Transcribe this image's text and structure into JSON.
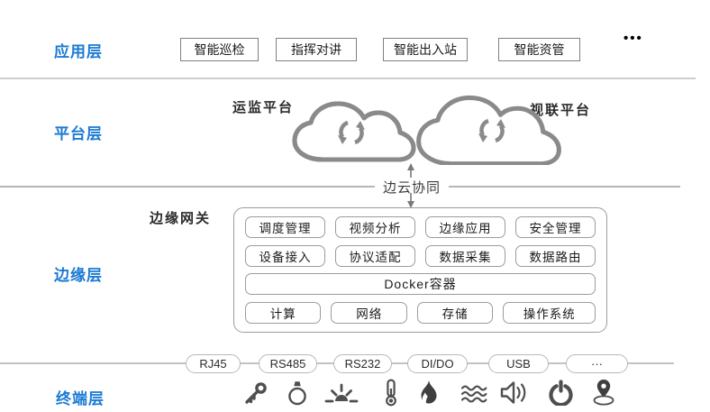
{
  "layers": {
    "app_label": "应用层",
    "platform_label": "平台层",
    "edge_label": "边缘层",
    "terminal_label": "终端层"
  },
  "app": {
    "boxes": [
      "智能巡检",
      "指挥对讲",
      "智能出入站",
      "智能资管"
    ],
    "more": "•••"
  },
  "platform": {
    "left_cloud_label": "运监平台",
    "right_cloud_label": "视联平台",
    "collab_label": "边云协同"
  },
  "edge": {
    "gateway_label": "边缘网关",
    "row1": [
      "调度管理",
      "视频分析",
      "边缘应用",
      "安全管理"
    ],
    "row2": [
      "设备接入",
      "协议适配",
      "数据采集",
      "数据路由"
    ],
    "docker": "Docker容器",
    "row4": [
      "计算",
      "网络",
      "存储",
      "操作系统"
    ]
  },
  "terminal": {
    "ports": [
      "RJ45",
      "RS485",
      "RS232",
      "DI/DO",
      "USB",
      "···"
    ],
    "icons": [
      "key-icon",
      "bulb-icon",
      "brightness-icon",
      "thermometer-icon",
      "flame-icon",
      "waves-icon",
      "speaker-icon",
      "power-icon",
      "location-icon"
    ]
  },
  "colors": {
    "layer_label_blue": "#1b7ad3",
    "cloud_gray": "#8a8a8a",
    "box_border_gray": "#808080",
    "rounded_border_gray": "#9c9c9c",
    "divider_gray": "#cdcdcd",
    "icon_gray": "#4f4f4f",
    "text_dark": "#1a1a1a"
  }
}
